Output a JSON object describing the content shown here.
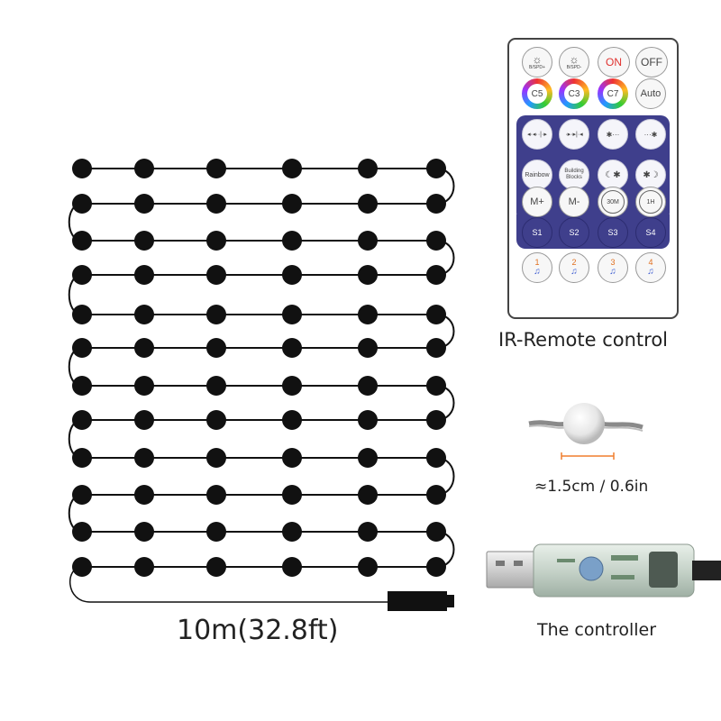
{
  "captions": {
    "length": "10m(32.8ft)",
    "remote": "IR-Remote control",
    "bulb_size": "≈1.5cm / 0.6in",
    "controller": "The controller"
  },
  "remote": {
    "row1": [
      {
        "glyph": "☼",
        "sub": "B/SPD+"
      },
      {
        "glyph": "☼",
        "sub": "B/SPD-"
      },
      {
        "label": "ON",
        "color": "#e0322f"
      },
      {
        "label": "OFF",
        "color": "#444444"
      }
    ],
    "row2": [
      "C5",
      "C3",
      "C7",
      "Auto"
    ],
    "row3": [
      "◂·◂··|·▸",
      "·▸·▸|·◂",
      "✱···",
      "···✱"
    ],
    "row4": [
      "Rainbow",
      "Building Blocks",
      "☾✱",
      "✱☽"
    ],
    "row5": [
      "M+",
      "M-",
      "30M",
      "1H"
    ],
    "row6": [
      "S1",
      "S2",
      "S3",
      "S4"
    ],
    "row7": [
      "1",
      "2",
      "3",
      "4"
    ],
    "colors": {
      "body_border": "#444444",
      "dark_button": "#3f3f8c",
      "on_text": "#e0322f"
    }
  },
  "led_string": {
    "rows": 12,
    "bulbs_per_row": 6,
    "bulb_color": "#111111",
    "wire_color": "#111111"
  }
}
